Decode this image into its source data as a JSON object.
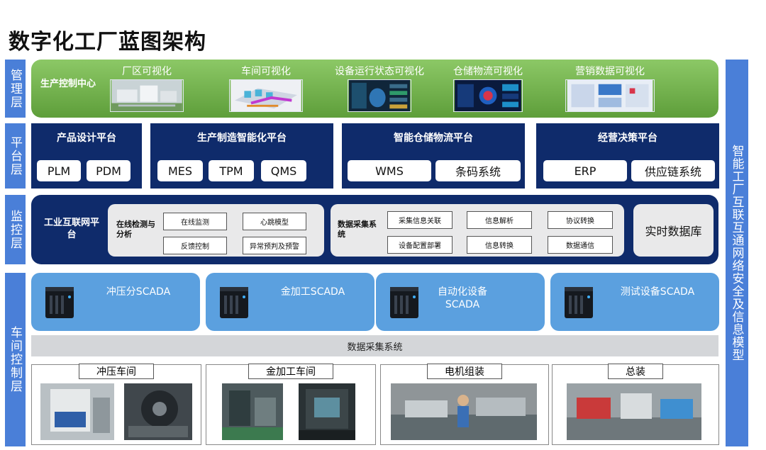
{
  "title": "数字化工厂蓝图架构",
  "layers": {
    "management": "管理层",
    "platform": "平台层",
    "monitoring": "监控层",
    "workshop": "车间控制层"
  },
  "right_bar": "智能工厂互联互通网络安全及信息模型",
  "management": {
    "center": "生产控制中心",
    "items": [
      "厂区可视化",
      "车间可视化",
      "设备运行状态可视化",
      "仓储物流可视化",
      "营销数据可视化"
    ]
  },
  "platforms": [
    {
      "title": "产品设计平台",
      "systems": [
        "PLM",
        "PDM"
      ]
    },
    {
      "title": "生产制造智能化平台",
      "systems": [
        "MES",
        "TPM",
        "QMS"
      ]
    },
    {
      "title": "智能仓储物流平台",
      "systems": [
        "WMS",
        "条码系统"
      ]
    },
    {
      "title": "经营决策平台",
      "systems": [
        "ERP",
        "供应链系统"
      ]
    }
  ],
  "monitoring": {
    "iiot": "工业互联网平台",
    "inspection": {
      "title": "在线检测与分析",
      "items": [
        "在线监测",
        "心跳模型",
        "反馈控制",
        "异常预判及预警"
      ]
    },
    "acquisition": {
      "title": "数据采集系统",
      "items": [
        "采集信息关联",
        "信息解析",
        "协议转换",
        "设备配置部署",
        "信息转换",
        "数据通信"
      ]
    },
    "realtime_db": "实时数据库"
  },
  "scada": [
    "冲压分SCADA",
    "金加工SCADA",
    "自动化设备SCADA",
    "测试设备SCADA"
  ],
  "data_acquisition": "数据采集系统",
  "workshops": [
    "冲压车间",
    "金加工车间",
    "电机组装",
    "总装"
  ],
  "colors": {
    "navy": "#0f2b6b",
    "blue": "#4a7fd8",
    "scada_blue": "#5ba0df",
    "green": "#6fae47"
  }
}
